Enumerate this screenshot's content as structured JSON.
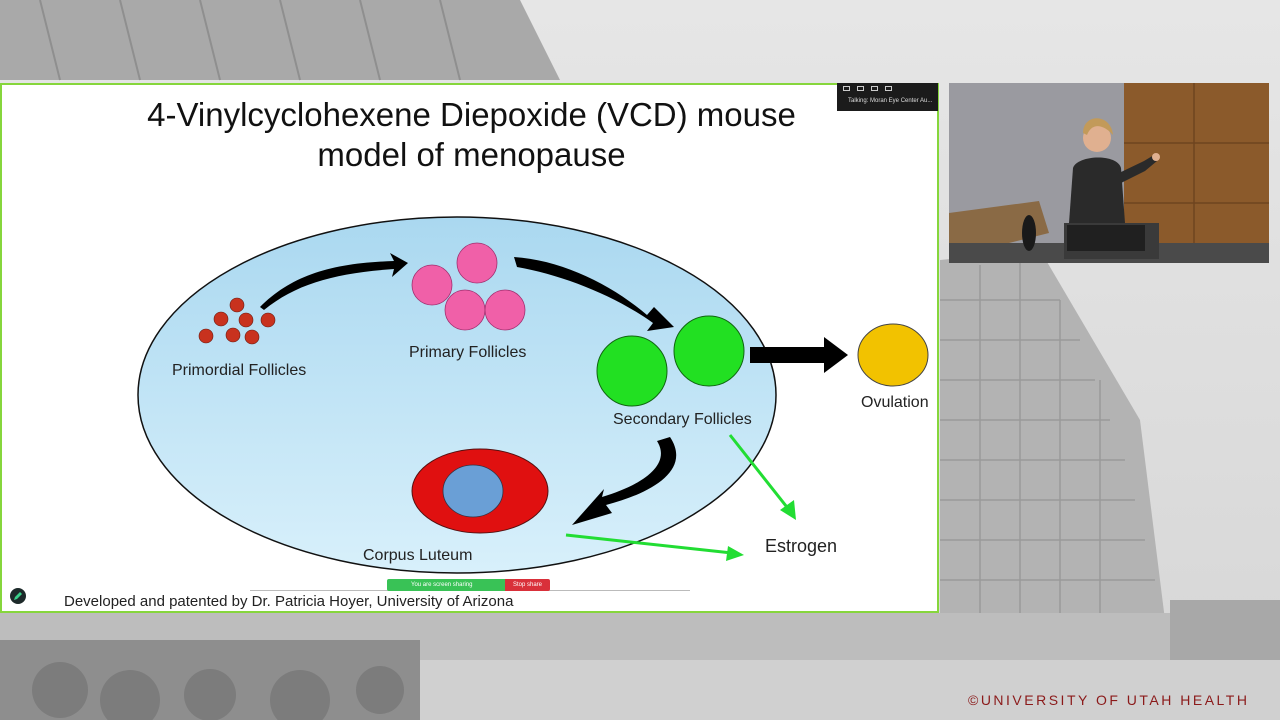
{
  "slide": {
    "title_line1": "4-Vinylcyclohexene Diepoxide (VCD) mouse",
    "title_line2": "model of menopause",
    "labels": {
      "primordial": "Primordial Follicles",
      "primary": "Primary Follicles",
      "secondary": "Secondary Follicles",
      "ovulation": "Ovulation",
      "corpus": "Corpus Luteum",
      "estrogen": "Estrogen"
    },
    "credit": "Developed and patented by Dr. Patricia Hoyer, University of Arizona"
  },
  "share_bar": {
    "status": "You are screen sharing",
    "stop_label": "Stop share"
  },
  "talking": {
    "label": "Talking: Moran Eye Center Au..."
  },
  "brand": {
    "text": "©UNIVERSITY OF UTAH HEALTH"
  },
  "colors": {
    "slide_border": "#86d63c",
    "ovary_fill": "#bfe3f5",
    "primordial": "#c8321e",
    "primary": "#f060a8",
    "secondary": "#22e022",
    "ovulation": "#f2c200",
    "corpus_outer": "#e01010",
    "corpus_inner": "#6a9fd6",
    "estrogen_arrow": "#22dd33",
    "brand": "#8b1a1a"
  }
}
